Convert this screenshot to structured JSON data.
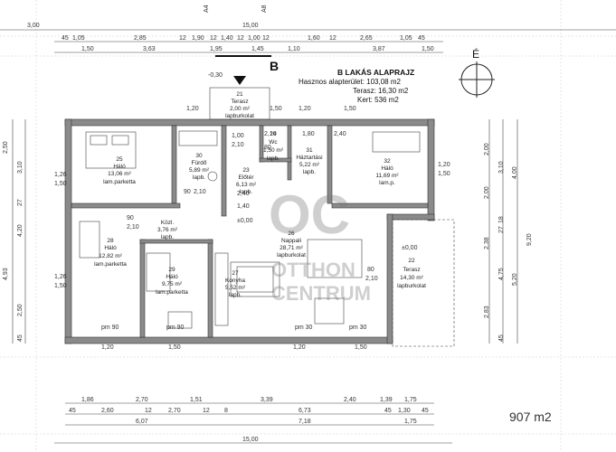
{
  "plan": {
    "title": "B LAKÁS ALAPRAJZ",
    "area_useful": "Hasznos alapterület: 103,08 m2",
    "area_terrace": "Terasz:  16,30 m2",
    "area_garden": "Kert: 536 m2",
    "section_label": "B",
    "north_label": "É",
    "plot_area": "907 m2",
    "elev_top": "-0,30",
    "elev_mid": "±0,00",
    "elev_right": "±0,00",
    "marker_a4": "A4",
    "marker_a8": "A8"
  },
  "rooms": [
    {
      "no": "21",
      "name": "Terasz",
      "area": "2,00 m²",
      "floor": "lapburkolat"
    },
    {
      "no": "25",
      "name": "Háló",
      "area": "13,06 m²",
      "floor": "lam.parketta"
    },
    {
      "no": "30",
      "name": "Fürdő",
      "area": "5,89 m²",
      "floor": "lapb."
    },
    {
      "no": "24",
      "name": "Wc",
      "area": "1,50 m²",
      "floor": "lapb."
    },
    {
      "no": "31",
      "name": "Háztartási",
      "area": "5,22 m²",
      "floor": "lapb."
    },
    {
      "no": "32",
      "name": "Háló",
      "area": "11,69 m²",
      "floor": "lam.p."
    },
    {
      "no": "23",
      "name": "Előtér",
      "area": "6,13 m²",
      "floor": "lapb."
    },
    {
      "no": "",
      "name": "Közl.",
      "area": "3,76 m²",
      "floor": "lapb."
    },
    {
      "no": "28",
      "name": "Háló",
      "area": "12,82 m²",
      "floor": "lam.parketta"
    },
    {
      "no": "26",
      "name": "Nappali",
      "area": "28,71 m²",
      "floor": "lapburkolat"
    },
    {
      "no": "29",
      "name": "Háló",
      "area": "9,75 m²",
      "floor": "lam.parketta"
    },
    {
      "no": "27",
      "name": "Konyha",
      "area": "5,52 m²",
      "floor": "lapb."
    },
    {
      "no": "22",
      "name": "Terasz",
      "area": "14,30 m²",
      "floor": "lapburkolat"
    }
  ],
  "dims": {
    "top_row1": [
      "3,00",
      "15,00"
    ],
    "top_row2": [
      "45",
      "1,05",
      "2,85",
      "12",
      "1,90",
      "12",
      "1,40",
      "12",
      "1,00",
      "12",
      "1,60",
      "12",
      "2,65",
      "1,05",
      "45"
    ],
    "top_row3": [
      "1,50",
      "3,63",
      "1,95",
      "1,45",
      "1,10",
      "3,87",
      "1,50"
    ],
    "bottom_row1": [
      "1,86",
      "2,70",
      "1,51",
      "3,39",
      "2,40",
      "1,39",
      "1,75"
    ],
    "bottom_row2": [
      "45",
      "2,60",
      "12",
      "2,70",
      "12",
      "8",
      "6,73",
      "45",
      "1,30",
      "45"
    ],
    "bottom_row3": [
      "6,07",
      "7,18",
      "1,75"
    ],
    "bottom_total": "15,00",
    "left": [
      "2,50",
      "3,10",
      "27",
      "4,20",
      "4,93",
      "2,50",
      "45"
    ],
    "right": [
      "2,00",
      "3,10",
      "2,00",
      "4,00",
      "2,38",
      "18",
      "27",
      "4,75",
      "5,20",
      "9,20",
      "2,83",
      "45"
    ],
    "openings": [
      "1,26",
      "1,50",
      "1,20",
      "1,50",
      "1,26",
      "1,50",
      "90",
      "2,10",
      "90",
      "2,10",
      "1,00",
      "2,10",
      "80",
      "2,10",
      "1,80",
      "2,40",
      "80",
      "2,10",
      "1,40",
      "2,40",
      "pm 90",
      "pm 30",
      "pm 30",
      "pm 90",
      "1,20",
      "1,50",
      "1,20",
      "1,50",
      "1,20",
      "1,50",
      "1,20",
      "1,50"
    ]
  },
  "watermark": {
    "logo": "OC",
    "line1": "OTTHON",
    "line2": "CENTRUM"
  }
}
